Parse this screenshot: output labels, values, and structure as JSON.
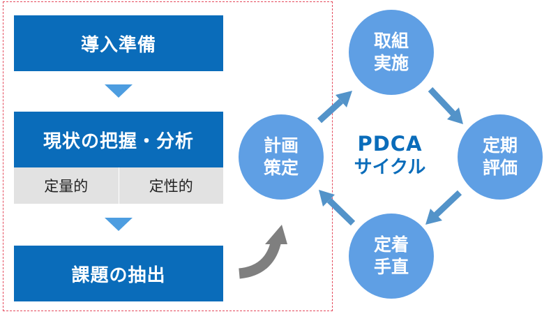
{
  "left_panel": {
    "step1": "導入準備",
    "step2": "現状の把握・分析",
    "step2_sub": [
      "定量的",
      "定性的"
    ],
    "step3": "課題の抽出"
  },
  "cycle": {
    "center_line1": "PDCA",
    "center_line2": "サイクル",
    "plan": [
      "計画",
      "策定"
    ],
    "do": [
      "取組",
      "実施"
    ],
    "check": [
      "定期",
      "評価"
    ],
    "act": [
      "定着",
      "手直"
    ]
  },
  "colors": {
    "step_box": "#0a6cba",
    "circle": "#5f9fe4",
    "cycle_arrow": "#5393c9",
    "curved_arrow": "#7f7f7f",
    "sub_row": "#e2e2e2",
    "frame_border": "#e4485a"
  }
}
